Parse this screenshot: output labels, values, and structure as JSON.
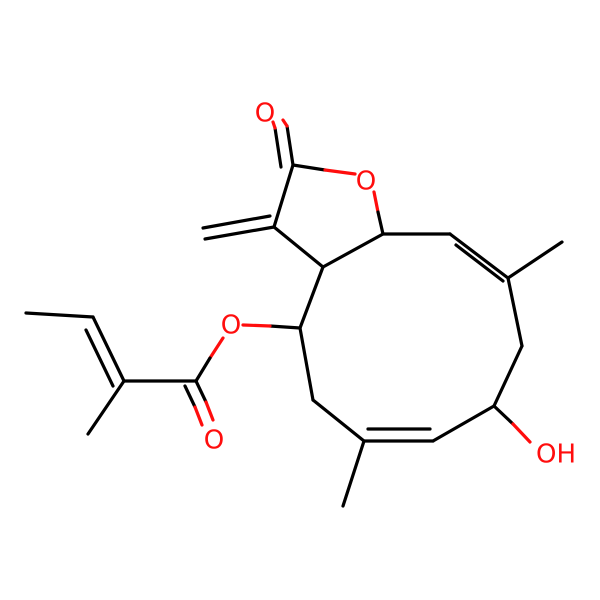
{
  "molecule": {
    "atom_labels": {
      "carbonyl_o_lactone": "O",
      "ring_o": "O",
      "ester_o": "O",
      "carbonyl_o_ester": "O",
      "hydroxyl": "OH"
    },
    "colors": {
      "bond": "#000000",
      "oxygen": "#ff0d0d",
      "background": "#ffffff"
    }
  }
}
